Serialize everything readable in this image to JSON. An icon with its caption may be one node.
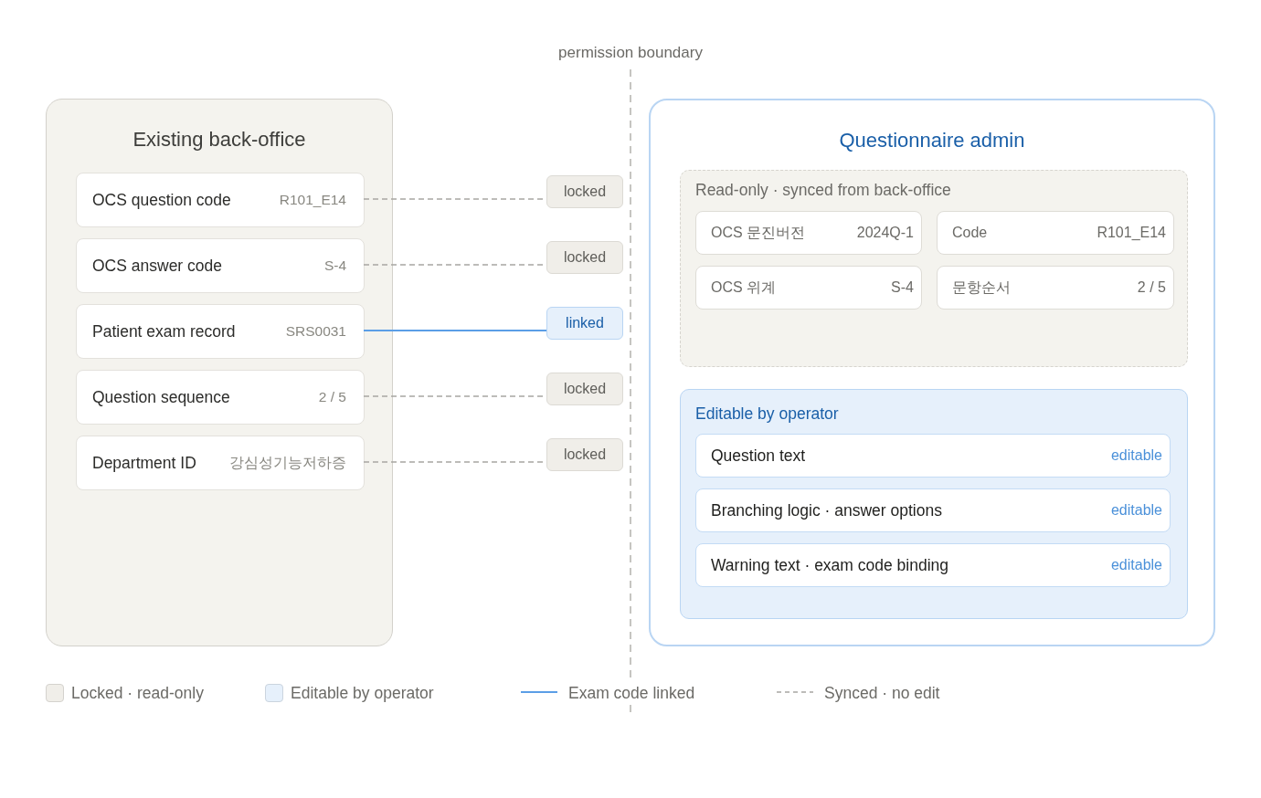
{
  "diagram": {
    "nodes": [
      {
        "text": [
          "Existing back-office"
        ]
      },
      {
        "text": [
          "OCS question code",
          "R101_E14"
        ],
        "in": 0
      },
      {
        "text": [
          "OCS answer code",
          "S-4"
        ],
        "in": 0
      },
      {
        "text": [
          "Patient exam record",
          "SRS0031"
        ],
        "in": 0
      },
      {
        "text": [
          "Question sequence",
          "2 / 5"
        ],
        "in": 0
      },
      {
        "text": [
          "Department ID",
          "강심성기능저하증"
        ],
        "in": 0
      },
      {
        "text": [
          "locked"
        ]
      },
      {
        "text": [
          "locked"
        ]
      },
      {
        "text": [
          "linked"
        ]
      },
      {
        "text": [
          "locked"
        ]
      },
      {
        "text": [
          "locked"
        ]
      },
      {
        "text": [
          "Questionnaire admin"
        ]
      },
      {
        "text": [
          "Read-only · synced from back-office"
        ],
        "in": 11
      },
      {
        "text": [
          "OCS 문진버전",
          "2024Q-1"
        ],
        "in": 12
      },
      {
        "text": [
          "Code",
          "R101_E14"
        ],
        "in": 12
      },
      {
        "text": [
          "OCS 위계",
          "S-4"
        ],
        "in": 12
      },
      {
        "text": [
          "문항순서",
          "2 / 5"
        ],
        "in": 12
      },
      {
        "text": [
          "Editable by operator"
        ],
        "in": 11
      },
      {
        "text": [
          "Question text",
          "editable"
        ],
        "in": 17
      },
      {
        "text": [
          "Branching logic · answer options",
          "editable"
        ],
        "in": 17
      },
      {
        "text": [
          "Warning text · exam code binding",
          "editable"
        ],
        "in": 17
      }
    ],
    "edges": [
      {
        "from": 1,
        "to": 6,
        "arrow": "none",
        "style": "dashed"
      },
      {
        "from": 2,
        "to": 7,
        "arrow": "none",
        "style": "dashed"
      },
      {
        "from": 3,
        "to": 8,
        "arrow": "none",
        "color": "#5b9ee6"
      },
      {
        "from": 4,
        "to": 9,
        "arrow": "none",
        "style": "dashed"
      },
      {
        "from": 5,
        "to": 10,
        "arrow": "none",
        "style": "dashed"
      }
    ],
    "labels": [
      "permission boundary"
    ],
    "legend": [
      {
        "text": "Locked · read-only",
        "color": "#f0eee9"
      },
      {
        "text": "Editable by operator",
        "color": "#e6f0fb"
      },
      {
        "text": "Exam code linked"
      },
      {
        "text": "Synced · no edit"
      }
    ]
  }
}
